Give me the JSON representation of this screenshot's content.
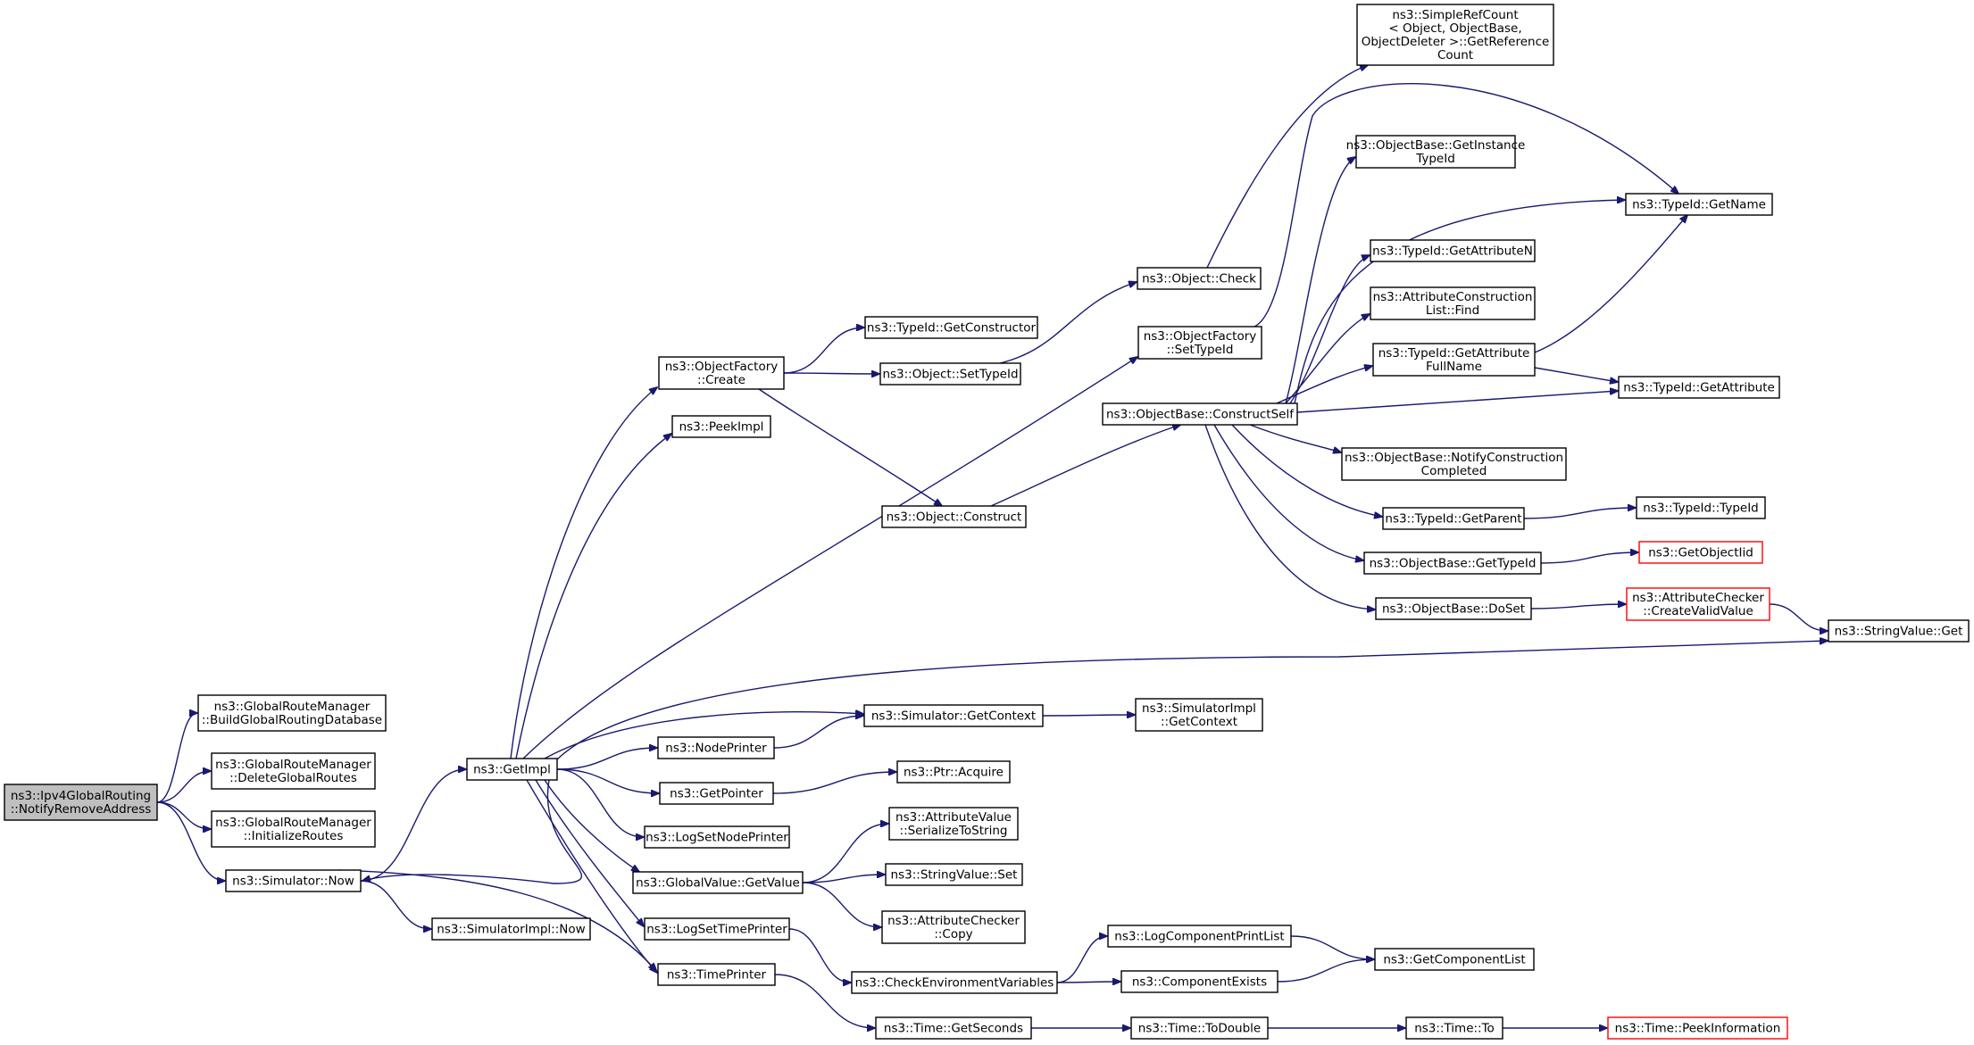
{
  "title": "",
  "colors": {
    "edge": "#191970",
    "border": "#000000",
    "root_fill": "#bfbfbf",
    "truncated_border": "#ff0000",
    "background": "#ffffff"
  },
  "nodes": [
    {
      "id": "root",
      "lines": [
        "ns3::Ipv4GlobalRouting",
        "::NotifyRemoveAddress"
      ],
      "style": "root"
    },
    {
      "id": "build",
      "lines": [
        "ns3::GlobalRouteManager",
        "::BuildGlobalRoutingDatabase"
      ]
    },
    {
      "id": "delete",
      "lines": [
        "ns3::GlobalRouteManager",
        "::DeleteGlobalRoutes"
      ]
    },
    {
      "id": "init",
      "lines": [
        "ns3::GlobalRouteManager",
        "::InitializeRoutes"
      ]
    },
    {
      "id": "now",
      "lines": [
        "ns3::Simulator::Now"
      ]
    },
    {
      "id": "simimplnow",
      "lines": [
        "ns3::SimulatorImpl::Now"
      ]
    },
    {
      "id": "getimpl",
      "lines": [
        "ns3::GetImpl"
      ]
    },
    {
      "id": "ofcreate",
      "lines": [
        "ns3::ObjectFactory",
        "::Create"
      ]
    },
    {
      "id": "peekimpl",
      "lines": [
        "ns3::PeekImpl"
      ]
    },
    {
      "id": "getctor",
      "lines": [
        "ns3::TypeId::GetConstructor"
      ]
    },
    {
      "id": "settypeid",
      "lines": [
        "ns3::Object::SetTypeId"
      ]
    },
    {
      "id": "construct",
      "lines": [
        "ns3::Object::Construct"
      ]
    },
    {
      "id": "check",
      "lines": [
        "ns3::Object::Check"
      ]
    },
    {
      "id": "refcount",
      "lines": [
        "ns3::SimpleRefCount",
        "< Object, ObjectBase,",
        "ObjectDeleter >::GetReference",
        "Count"
      ]
    },
    {
      "id": "ofsettypeid",
      "lines": [
        "ns3::ObjectFactory",
        "::SetTypeId"
      ]
    },
    {
      "id": "constructself",
      "lines": [
        "ns3::ObjectBase::ConstructSelf"
      ]
    },
    {
      "id": "getinstance",
      "lines": [
        "ns3::ObjectBase::GetInstance",
        "TypeId"
      ]
    },
    {
      "id": "getname",
      "lines": [
        "ns3::TypeId::GetName"
      ]
    },
    {
      "id": "getattrn",
      "lines": [
        "ns3::TypeId::GetAttributeN"
      ]
    },
    {
      "id": "attrfind",
      "lines": [
        "ns3::AttributeConstruction",
        "List::Find"
      ]
    },
    {
      "id": "getattrfull",
      "lines": [
        "ns3::TypeId::GetAttribute",
        "FullName"
      ]
    },
    {
      "id": "getattr",
      "lines": [
        "ns3::TypeId::GetAttribute"
      ]
    },
    {
      "id": "notifyconst",
      "lines": [
        "ns3::ObjectBase::NotifyConstruction",
        "Completed"
      ]
    },
    {
      "id": "getparent",
      "lines": [
        "ns3::TypeId::GetParent"
      ]
    },
    {
      "id": "typeidtypeid",
      "lines": [
        "ns3::TypeId::TypeId"
      ]
    },
    {
      "id": "obgettypeid",
      "lines": [
        "ns3::ObjectBase::GetTypeId"
      ]
    },
    {
      "id": "getobjectiid",
      "lines": [
        "ns3::GetObjectIid"
      ],
      "style": "red"
    },
    {
      "id": "doset",
      "lines": [
        "ns3::ObjectBase::DoSet"
      ]
    },
    {
      "id": "createvalid",
      "lines": [
        "ns3::AttributeChecker",
        "::CreateValidValue"
      ],
      "style": "red"
    },
    {
      "id": "strget",
      "lines": [
        "ns3::StringValue::Get"
      ]
    },
    {
      "id": "getcontext",
      "lines": [
        "ns3::Simulator::GetContext"
      ]
    },
    {
      "id": "implgetcontext",
      "lines": [
        "ns3::SimulatorImpl",
        "::GetContext"
      ]
    },
    {
      "id": "nodeprinter",
      "lines": [
        "ns3::NodePrinter"
      ]
    },
    {
      "id": "getpointer",
      "lines": [
        "ns3::GetPointer"
      ]
    },
    {
      "id": "acquire",
      "lines": [
        "ns3::Ptr::Acquire"
      ]
    },
    {
      "id": "lognodeprinter",
      "lines": [
        "ns3::LogSetNodePrinter"
      ]
    },
    {
      "id": "gvgetvalue",
      "lines": [
        "ns3::GlobalValue::GetValue"
      ]
    },
    {
      "id": "serialize",
      "lines": [
        "ns3::AttributeValue",
        "::SerializeToString"
      ]
    },
    {
      "id": "strset",
      "lines": [
        "ns3::StringValue::Set"
      ]
    },
    {
      "id": "accopy",
      "lines": [
        "ns3::AttributeChecker",
        "::Copy"
      ]
    },
    {
      "id": "logtimeprinter",
      "lines": [
        "ns3::LogSetTimePrinter"
      ]
    },
    {
      "id": "timeprinter",
      "lines": [
        "ns3::TimePrinter"
      ]
    },
    {
      "id": "checkenv",
      "lines": [
        "ns3::CheckEnvironmentVariables"
      ]
    },
    {
      "id": "logcomplist",
      "lines": [
        "ns3::LogComponentPrintList"
      ]
    },
    {
      "id": "compexists",
      "lines": [
        "ns3::ComponentExists"
      ]
    },
    {
      "id": "getcomplist",
      "lines": [
        "ns3::GetComponentList"
      ]
    },
    {
      "id": "getseconds",
      "lines": [
        "ns3::Time::GetSeconds"
      ]
    },
    {
      "id": "todouble",
      "lines": [
        "ns3::Time::ToDouble"
      ]
    },
    {
      "id": "timeto",
      "lines": [
        "ns3::Time::To"
      ]
    },
    {
      "id": "peekinfo",
      "lines": [
        "ns3::Time::PeekInformation"
      ],
      "style": "red"
    }
  ],
  "edges": [
    [
      "root",
      "build"
    ],
    [
      "root",
      "delete"
    ],
    [
      "root",
      "init"
    ],
    [
      "root",
      "now"
    ],
    [
      "now",
      "getimpl"
    ],
    [
      "now",
      "simimplnow"
    ],
    [
      "now",
      "timeprinter"
    ],
    [
      "getimpl",
      "ofcreate"
    ],
    [
      "getimpl",
      "peekimpl"
    ],
    [
      "getimpl",
      "ofsettypeid"
    ],
    [
      "getimpl",
      "strget"
    ],
    [
      "getimpl",
      "getcontext"
    ],
    [
      "getimpl",
      "nodeprinter"
    ],
    [
      "getimpl",
      "getpointer"
    ],
    [
      "getimpl",
      "lognodeprinter"
    ],
    [
      "getimpl",
      "gvgetvalue"
    ],
    [
      "getimpl",
      "logtimeprinter"
    ],
    [
      "getimpl",
      "timeprinter"
    ],
    [
      "getimpl",
      "now"
    ],
    [
      "ofcreate",
      "getctor"
    ],
    [
      "ofcreate",
      "settypeid"
    ],
    [
      "ofcreate",
      "construct"
    ],
    [
      "settypeid",
      "check"
    ],
    [
      "check",
      "refcount"
    ],
    [
      "construct",
      "constructself"
    ],
    [
      "ofsettypeid",
      "getname"
    ],
    [
      "constructself",
      "getinstance"
    ],
    [
      "constructself",
      "getname"
    ],
    [
      "constructself",
      "getattrn"
    ],
    [
      "constructself",
      "attrfind"
    ],
    [
      "constructself",
      "getattrfull"
    ],
    [
      "constructself",
      "getattr"
    ],
    [
      "constructself",
      "notifyconst"
    ],
    [
      "constructself",
      "getparent"
    ],
    [
      "constructself",
      "obgettypeid"
    ],
    [
      "constructself",
      "doset"
    ],
    [
      "getattrfull",
      "getname"
    ],
    [
      "getattrfull",
      "getattr"
    ],
    [
      "getparent",
      "typeidtypeid"
    ],
    [
      "obgettypeid",
      "getobjectiid"
    ],
    [
      "doset",
      "createvalid"
    ],
    [
      "createvalid",
      "strget"
    ],
    [
      "getcontext",
      "implgetcontext"
    ],
    [
      "nodeprinter",
      "getcontext"
    ],
    [
      "getpointer",
      "acquire"
    ],
    [
      "gvgetvalue",
      "serialize"
    ],
    [
      "gvgetvalue",
      "strset"
    ],
    [
      "gvgetvalue",
      "accopy"
    ],
    [
      "logtimeprinter",
      "checkenv"
    ],
    [
      "checkenv",
      "logcomplist"
    ],
    [
      "checkenv",
      "compexists"
    ],
    [
      "logcomplist",
      "getcomplist"
    ],
    [
      "compexists",
      "getcomplist"
    ],
    [
      "timeprinter",
      "getseconds"
    ],
    [
      "getseconds",
      "todouble"
    ],
    [
      "todouble",
      "timeto"
    ],
    [
      "timeto",
      "peekinfo"
    ]
  ]
}
